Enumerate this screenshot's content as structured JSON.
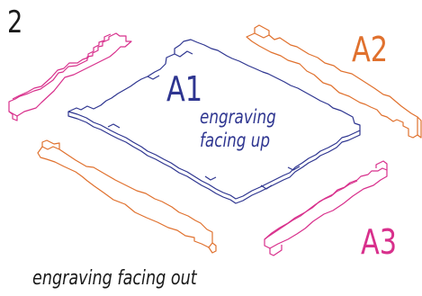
{
  "step_number": "2",
  "parts": {
    "a1": {
      "label": "A1",
      "color": "#2e3590"
    },
    "a2": {
      "label": "A2",
      "color": "#e0712e"
    },
    "a3": {
      "label": "A3",
      "color": "#d8308c"
    }
  },
  "notes": {
    "panel_line1": "engraving",
    "panel_line2": "facing up",
    "bottom": "engraving facing out"
  }
}
